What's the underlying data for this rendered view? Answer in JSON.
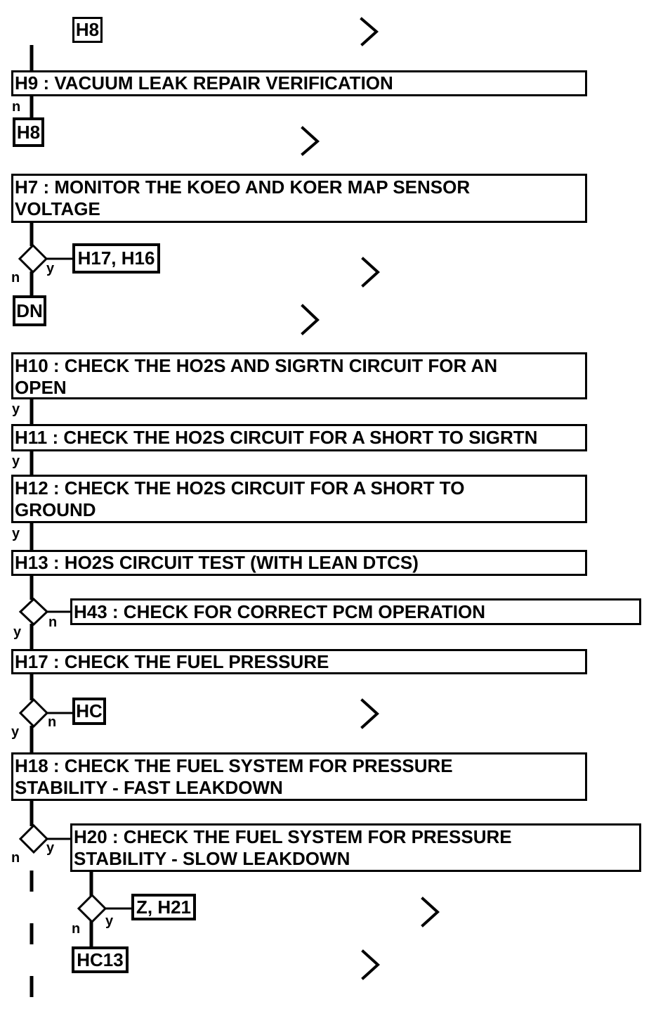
{
  "colors": {
    "ink": "#000000",
    "paper": "#ffffff"
  },
  "labels": {
    "yes": "y",
    "no": "n"
  },
  "nodes": {
    "h8_top": {
      "label": "H8"
    },
    "h9": {
      "lines": [
        "H9 : VACUUM LEAK REPAIR VERIFICATION"
      ]
    },
    "h8_return": {
      "label": "H8"
    },
    "h7": {
      "lines": [
        "H7 : MONITOR THE KOEO AND KOER MAP SENSOR",
        "VOLTAGE"
      ]
    },
    "h17_h16": {
      "label": "H17, H16"
    },
    "dn": {
      "label": "DN"
    },
    "h10": {
      "lines": [
        "H10 : CHECK THE HO2S AND SIGRTN CIRCUIT FOR AN",
        "OPEN"
      ]
    },
    "h11": {
      "lines": [
        "H11 : CHECK THE HO2S CIRCUIT FOR A SHORT TO SIGRTN"
      ]
    },
    "h12": {
      "lines": [
        "H12 : CHECK THE HO2S CIRCUIT FOR A SHORT TO",
        "GROUND"
      ]
    },
    "h13": {
      "lines": [
        "H13 : HO2S CIRCUIT TEST (WITH LEAN DTCS)"
      ]
    },
    "h43": {
      "lines": [
        "H43 : CHECK FOR CORRECT PCM OPERATION"
      ]
    },
    "h17": {
      "lines": [
        "H17 : CHECK THE FUEL PRESSURE"
      ]
    },
    "hc": {
      "label": "HC"
    },
    "h18": {
      "lines": [
        "H18 : CHECK THE FUEL SYSTEM FOR PRESSURE",
        "STABILITY - FAST LEAKDOWN"
      ]
    },
    "h20": {
      "lines": [
        "H20 : CHECK THE FUEL SYSTEM FOR PRESSURE",
        "STABILITY - SLOW LEAKDOWN"
      ]
    },
    "z_h21": {
      "label": "Z, H21"
    },
    "hc13": {
      "label": "HC13"
    }
  }
}
